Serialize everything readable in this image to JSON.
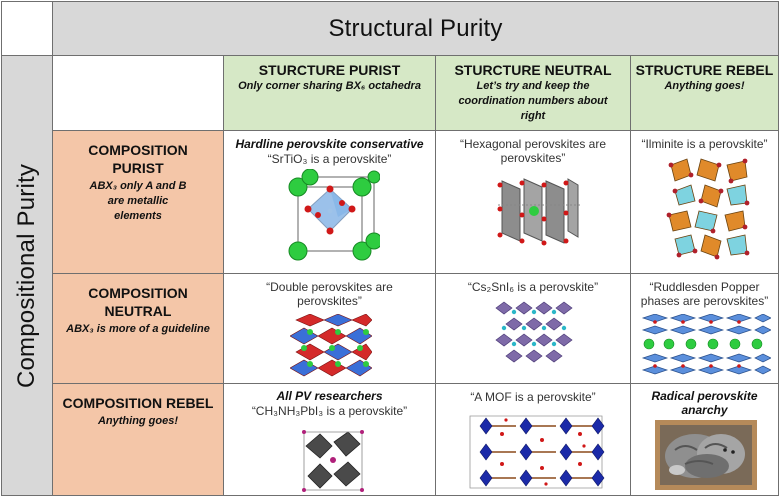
{
  "top_title": "Structural Purity",
  "side_title": "Compositional Purity",
  "columns": [
    {
      "title": "STURCTURE PURIST",
      "sub": "Only corner sharing BX₆ octahedra"
    },
    {
      "title": "STURCTURE NEUTRAL",
      "sub": "Let’s try and keep the coordination numbers about right"
    },
    {
      "title": "STRUCTURE REBEL",
      "sub": "Anything goes!"
    }
  ],
  "rows": [
    {
      "title": "COMPOSITION PURIST",
      "sub": "ABX₃ only A and B are metallic elements"
    },
    {
      "title": "COMPOSITION NEUTRAL",
      "sub": "ABX₃ is more of a guideline"
    },
    {
      "title": "COMPOSITION REBEL",
      "sub": "Anything goes!"
    }
  ],
  "cells": {
    "r1c1_label": "Hardline perovskite conservative",
    "r1c1_quote": "“SrTiO₃ is a perovskite”",
    "r1c2_quote": "“Hexagonal perovskites are perovskites”",
    "r1c3_quote": "“Ilminite is a perovskite”",
    "r2c1_quote": "“Double perovskites are perovskites”",
    "r2c2_quote": "“Cs₂SnI₆ is a perovskite”",
    "r2c3_quote": "“Ruddlesden Popper phases are perovskites”",
    "r3c1_label": "All PV researchers",
    "r3c1_quote": "“CH₃NH₃PbI₃ is a perovskite”",
    "r3c2_quote": "“A MOF is a perovskite”",
    "r3c3_label": "Radical perovskite anarchy"
  },
  "colors": {
    "header_gray": "#d8d8d8",
    "column_green": "#d6e8c6",
    "row_orange": "#f4c6a8",
    "atom_green": "#2ecc40",
    "atom_red": "#d01818",
    "octa_blue": "#4a90d9",
    "octa_orange": "#e08a2a",
    "octa_purple": "#7e6aa8",
    "mof_blue": "#1b2aa8"
  }
}
